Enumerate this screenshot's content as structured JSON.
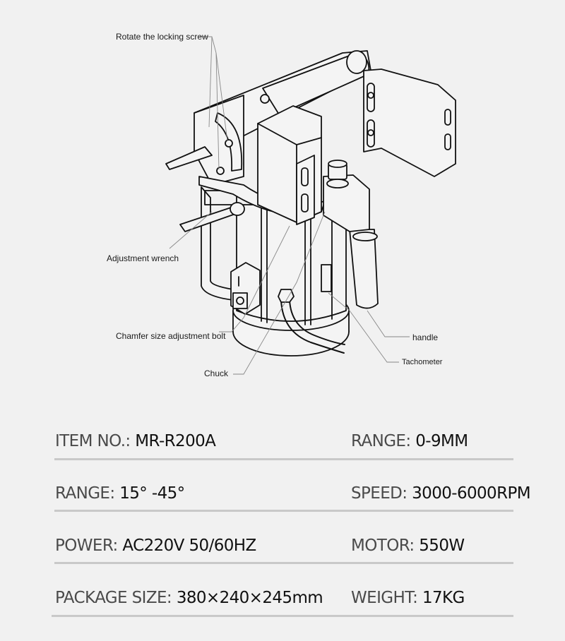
{
  "diagram": {
    "subject": "portable-chamfering-machine",
    "callouts": [
      {
        "id": "locking-screw",
        "label": "Rotate the locking screw"
      },
      {
        "id": "adjustment-wrench",
        "label": "Adjustment wrench"
      },
      {
        "id": "chamfer-bolt",
        "label": "Chamfer size adjustment bolt"
      },
      {
        "id": "chuck",
        "label": "Chuck"
      },
      {
        "id": "handle",
        "label": "handle"
      },
      {
        "id": "tachometer",
        "label": "Tachometer"
      }
    ]
  },
  "specs": {
    "rows": [
      {
        "left": {
          "label": "ITEM NO.:",
          "value": "MR-R200A"
        },
        "right": {
          "label": "RANGE:",
          "value": "0-9MM"
        }
      },
      {
        "left": {
          "label": "RANGE:",
          "value": "15° -45°"
        },
        "right": {
          "label": "SPEED:",
          "value": "3000-6000RPM"
        }
      },
      {
        "left": {
          "label": "POWER:",
          "value": "AC220V 50/60HZ"
        },
        "right": {
          "label": "MOTOR:",
          "value": "550W"
        }
      },
      {
        "left": {
          "label": "PACKAGE SIZE:",
          "value": "380×240×245mm"
        },
        "right": {
          "label": "WEIGHT:",
          "value": "17KG"
        }
      }
    ]
  },
  "colors": {
    "background": "#f1f1f1",
    "divider": "#c9c9c9",
    "label_text": "#4a4a4a",
    "value_text": "#111111",
    "drawing_stroke": "#111111"
  }
}
